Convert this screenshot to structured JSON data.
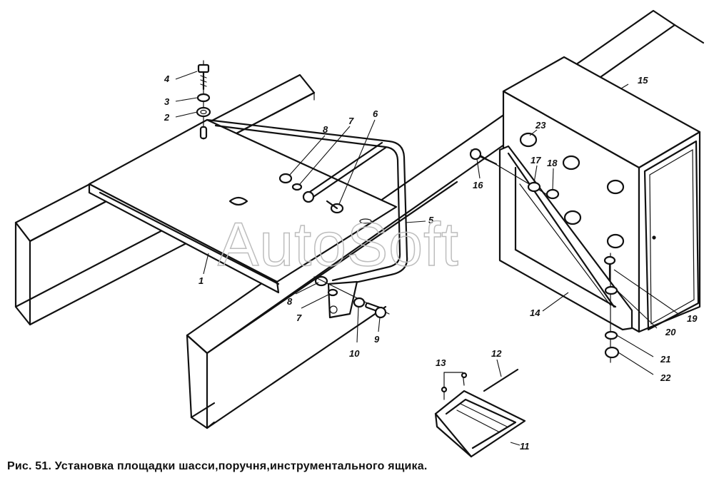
{
  "watermark": "AutoSoft",
  "caption": "Рис. 51. Установка площадки шасси,поручня,инструментального ящика.",
  "callouts": {
    "c1": "1",
    "c2": "2",
    "c3": "3",
    "c4": "4",
    "c5": "5",
    "c6": "6",
    "c7a": "7",
    "c7b": "7",
    "c8a": "8",
    "c8b": "8",
    "c9": "9",
    "c10": "10",
    "c11": "11",
    "c12": "12",
    "c13": "13",
    "c14": "14",
    "c15": "15",
    "c16": "16",
    "c17": "17",
    "c18": "18",
    "c19": "19",
    "c20": "20",
    "c21": "21",
    "c22": "22",
    "c23": "23"
  }
}
